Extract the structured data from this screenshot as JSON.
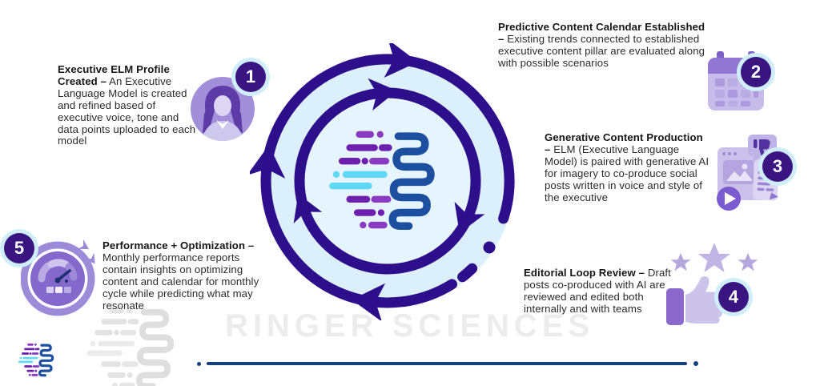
{
  "watermark": {
    "text": "RINGER SCIENCES"
  },
  "steps": [
    {
      "number": "1",
      "title": "Executive ELM Profile Created –",
      "description": "An Executive Language Model is created and refined based of executive voice, tone and data points uploaded to each model",
      "icon": "person-avatar-icon"
    },
    {
      "number": "2",
      "title": "Predictive Content Calendar Established –",
      "description": "Existing trends connected to established executive content pillar are evaluated along with possible scenarios",
      "icon": "calendar-icon"
    },
    {
      "number": "3",
      "title": "Generative Content Production –",
      "description": "ELM (Executive Language Model)  is paired with generative AI for imagery to co-produce social posts written in voice and style of the executive",
      "icon": "media-content-icon"
    },
    {
      "number": "4",
      "title": "Editorial Loop Review –",
      "description": "Draft posts co-produced with AI are reviewed and edited both internally and with teams",
      "icon": "thumbs-up-stars-icon"
    },
    {
      "number": "5",
      "title": "Performance + Optimization –",
      "description": "Monthly performance reports contain insights on optimizing content and calendar for monthly cycle while predicting what may resonate",
      "icon": "performance-gauge-icon"
    }
  ],
  "center": {
    "icon": "ai-brain-cycle-icon"
  },
  "colors": {
    "cycle_ring": "#2d0f8c",
    "cycle_fill": "#dcf0fb",
    "badge_fill": "#3a1581",
    "badge_ring": "#cfeef9",
    "brain_purple": "#6d1fae",
    "brain_cyan": "#5fd8f5",
    "brain_navy": "#1c4f9f",
    "icon_purple": "#8f74d1",
    "footer_line": "#17417e",
    "watermark_gray": "#ececec"
  }
}
